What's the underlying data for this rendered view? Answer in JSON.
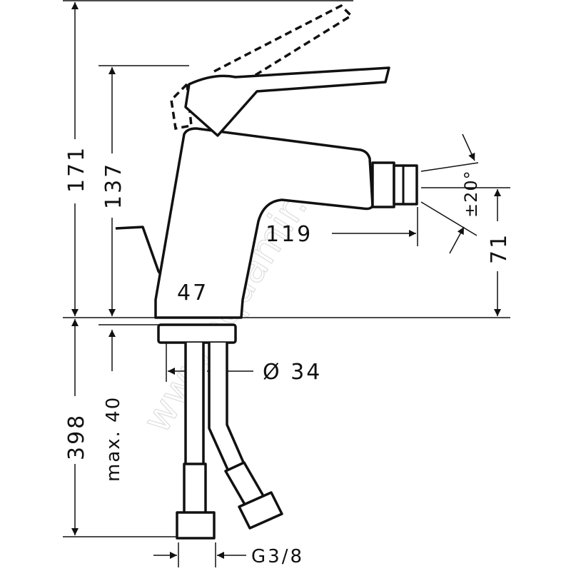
{
  "drawing": {
    "dimensions": {
      "total_height": "171",
      "spout_height": "137",
      "spout_reach": "119",
      "base_width": "47",
      "outlet_height": "71",
      "outlet_angle": "±20°",
      "hose_length": "398",
      "deck_thickness": "max. 40",
      "hole_diameter": "Ø 34",
      "connection": "G3/8"
    },
    "watermark": "www.aquamir.ru"
  }
}
